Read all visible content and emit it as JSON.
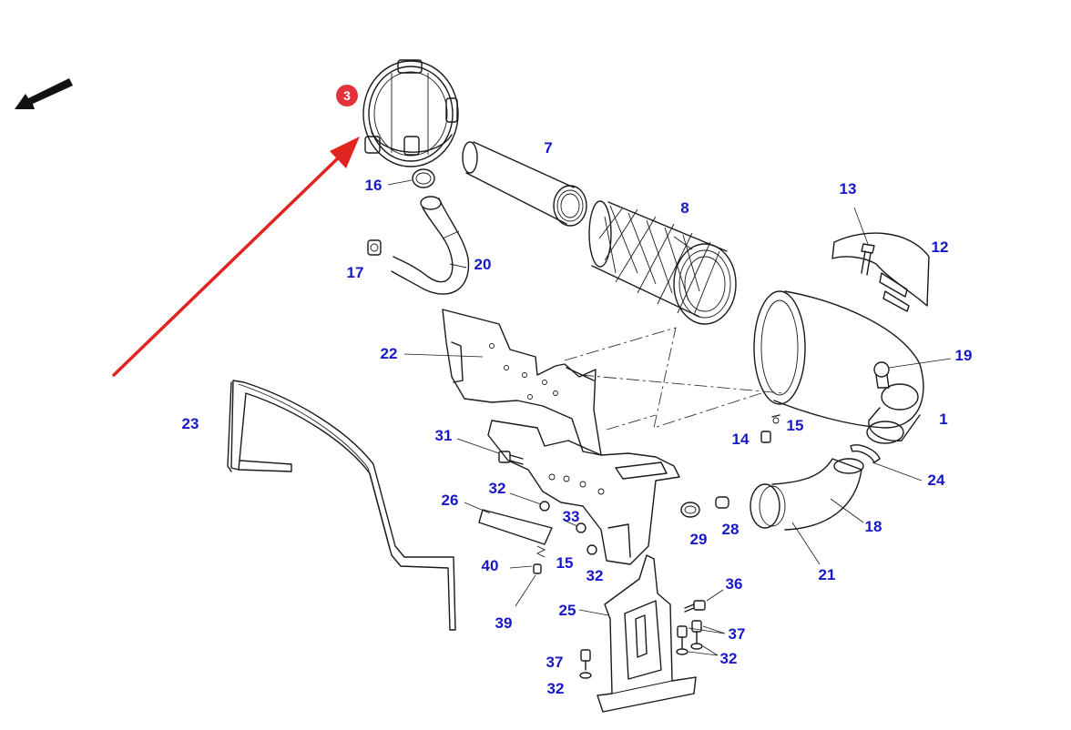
{
  "diagram": {
    "highlight_badge": {
      "label": "3",
      "color": "#e5323a"
    },
    "pointer_arrow_color": "#e0241f",
    "label_color": "#1717c8",
    "part_labels": {
      "p1": "1",
      "p7": "7",
      "p8": "8",
      "p12": "12",
      "p13": "13",
      "p14": "14",
      "p15a": "15",
      "p15b": "15",
      "p16": "16",
      "p17": "17",
      "p18": "18",
      "p19": "19",
      "p20": "20",
      "p21": "21",
      "p22": "22",
      "p23": "23",
      "p24": "24",
      "p25": "25",
      "p26": "26",
      "p28": "28",
      "p29": "29",
      "p31": "31",
      "p32a": "32",
      "p32b": "32",
      "p32c": "32",
      "p32d": "32",
      "p33": "33",
      "p36": "36",
      "p37a": "37",
      "p37b": "37",
      "p39": "39",
      "p40": "40"
    }
  }
}
